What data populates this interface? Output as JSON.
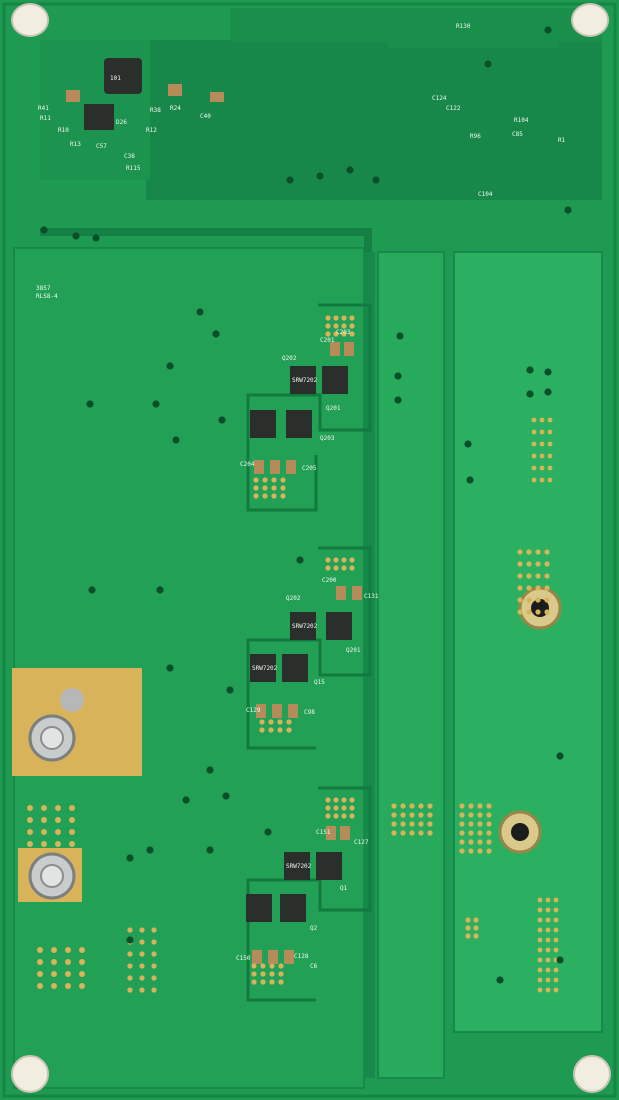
{
  "scene": "pcb-photo",
  "colors": {
    "board": "#1f9a52",
    "board_light": "#27a85d",
    "copper_pour": "#2bb062",
    "trace": "#178748",
    "edge": "#0e6b36",
    "pad_gold": "#d8b35a",
    "pad_dark": "#a88a3a",
    "ic_black": "#2a2f2c",
    "component_tan": "#b58b5a",
    "standoff": "#f1ede0",
    "silk": "#f4f7f2",
    "via": "#0b4f29"
  },
  "silkscreen": {
    "top_left": [
      "R11",
      "R10",
      "R13",
      "C57",
      "D26",
      "R12",
      "C38",
      "R38",
      "R24",
      "R115",
      "C40",
      "R41"
    ],
    "top_right": [
      "R130",
      "R104",
      "C124",
      "C122",
      "C85",
      "R1",
      "R96",
      "C104"
    ],
    "stage1": [
      "C201",
      "C203",
      "Q202",
      "Q201",
      "C204",
      "C205",
      "Q203"
    ],
    "stage2": [
      "C200",
      "C131",
      "Q202",
      "Q201",
      "C129",
      "C98",
      "Q15"
    ],
    "stage3": [
      "C151",
      "C127",
      "Q1",
      "Q2",
      "C150",
      "C128",
      "C6"
    ],
    "logo_text": [
      "3857",
      "RLS8-4"
    ]
  },
  "ic_markings": [
    "SRW7202",
    "SRW7202",
    "SRW7202",
    "SRW7202"
  ],
  "inductor_marking": "101"
}
